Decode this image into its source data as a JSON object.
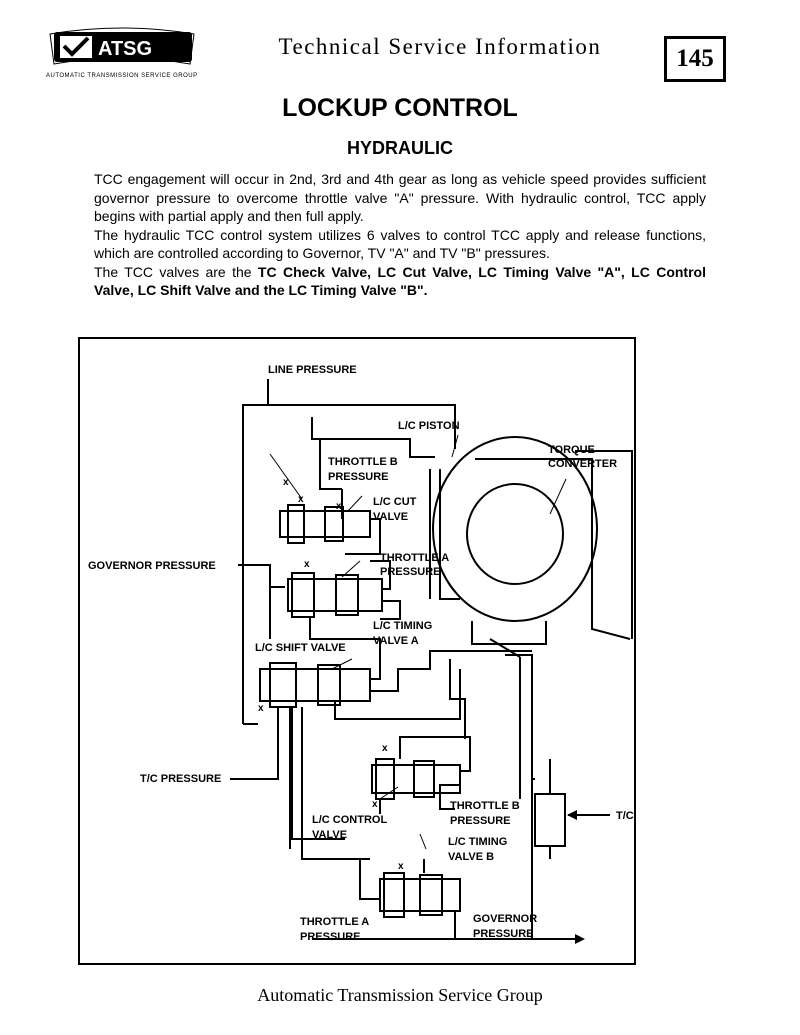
{
  "header": {
    "logo_text": "ATSG",
    "logo_ring_text": "AUTOMATIC TRANSMISSION SERVICE GROUP",
    "title": "Technical Service Information",
    "page_number": "145"
  },
  "document": {
    "title": "LOCKUP CONTROL",
    "subtitle": "HYDRAULIC",
    "paragraph1": "TCC engagement will occur in 2nd, 3rd and 4th gear as long as vehicle speed provides sufficient governor pressure to overcome throttle valve \"A\" pressure. With hydraulic control, TCC apply begins with partial apply and then full apply.",
    "paragraph2": "The hydraulic TCC control system utilizes 6 valves to control TCC apply and release functions, which are controlled according to Governor, TV \"A\" and TV \"B\" pressures.",
    "paragraph3_lead": "The TCC valves are the ",
    "paragraph3_bold": "TC Check Valve, LC Cut Valve, LC Timing Valve \"A\", LC Control Valve, LC Shift Valve and the LC Timing Valve \"B\"."
  },
  "diagram": {
    "line_pressure": "LINE PRESSURE",
    "lc_piston": "L/C PISTON",
    "torque_converter_1": "TORQUE",
    "torque_converter_2": "CONVERTER",
    "throttle_b_pressure_top_1": "THROTTLE B",
    "throttle_b_pressure_top_2": "PRESSURE",
    "lc_cut_valve_1": "L/C CUT",
    "lc_cut_valve_2": "VALVE",
    "governor_pressure_left": "GOVERNOR PRESSURE",
    "throttle_a_pressure_top_1": "THROTTLE A",
    "throttle_a_pressure_top_2": "PRESSURE",
    "lc_timing_valve_a_1": "L/C TIMING",
    "lc_timing_valve_a_2": "VALVE A",
    "lc_shift_valve": "L/C SHIFT VALVE",
    "tc_pressure": "T/C PRESSURE",
    "lc_control_valve_1": "L/C CONTROL",
    "lc_control_valve_2": "VALVE",
    "throttle_b_pressure_mid_1": "THROTTLE B",
    "throttle_b_pressure_mid_2": "PRESSURE",
    "tc_check_valve": "T/C CHECK VALVE",
    "lc_timing_valve_b_1": "L/C TIMING",
    "lc_timing_valve_b_2": "VALVE B",
    "throttle_a_pressure_bottom_1": "THROTTLE A",
    "throttle_a_pressure_bottom_2": "PRESSURE",
    "governor_pressure_bottom_1": "GOVERNOR",
    "governor_pressure_bottom_2": "PRESSURE",
    "exhaust_mark": "x"
  },
  "footer": {
    "text": "Automatic Transmission Service Group"
  }
}
